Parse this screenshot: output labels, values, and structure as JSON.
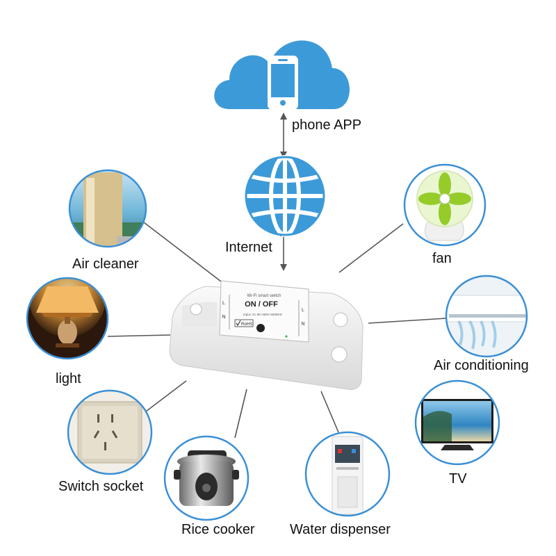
{
  "diagram": {
    "center_device": {
      "printed_title": "Wi-Fi smart switch",
      "switch_text": "ON / OFF",
      "spec_text": "Input: AC 90~250V 50/60Hz",
      "rohs": "RoHS",
      "left_terminals": [
        "L",
        "N"
      ],
      "right_terminals": [
        "L",
        "N"
      ]
    },
    "cloud": {
      "icon": "smartphone-icon",
      "color": "#3d9ad9"
    },
    "globe": {
      "icon": "globe-icon",
      "color": "#3d9ad9"
    },
    "labels": {
      "phone_app": "phone APP",
      "internet": "Internet",
      "air_cleaner": "Air cleaner",
      "light": "light",
      "switch_socket": "Switch socket",
      "rice_cooker": "Rice cooker",
      "water_dispenser": "Water dispenser",
      "tv": "TV",
      "air_conditioning": "Air conditioning",
      "fan": "fan"
    },
    "colors": {
      "circle_border": "#3a8fd6",
      "connector": "#555555",
      "device_body": "#f1f1f1"
    }
  }
}
